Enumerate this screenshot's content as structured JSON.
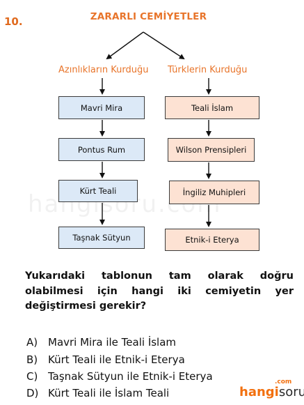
{
  "question_number": "10.",
  "diagram": {
    "title": "ZARARLI CEMİYETLER",
    "left_branch": {
      "label": "Azınlıkların Kurduğu",
      "items": [
        "Mavri Mira",
        "Pontus Rum",
        "Kürt Teali",
        "Taşnak Sütyun"
      ]
    },
    "right_branch": {
      "label": "Türklerin Kurduğu",
      "items": [
        "Teali İslam",
        "Wilson Prensipleri",
        "İngiliz Muhipleri",
        "Etnik-i Eterya"
      ]
    },
    "colors": {
      "heading": "#e8742a",
      "left_box_fill": "#dce9f7",
      "right_box_fill": "#fde2d3"
    }
  },
  "question": {
    "text": "Yukarıdaki tablonun tam olarak doğru olabilmesi için hangi iki cemiyetin yer değiştirmesi gerekir?"
  },
  "options": [
    {
      "letter": "A)",
      "text": "Mavri Mira ile Teali İslam"
    },
    {
      "letter": "B)",
      "text": "Kürt Teali ile Etnik-i Eterya"
    },
    {
      "letter": "C)",
      "text": "Taşnak Sütyun ile Etnik-i Eterya"
    },
    {
      "letter": "D)",
      "text": "Kürt Teali ile İslam Teali"
    }
  ],
  "watermark": "hangisoru.com",
  "logo": {
    "part1": "hangi",
    "part2": "soru",
    "suffix": ".com"
  }
}
